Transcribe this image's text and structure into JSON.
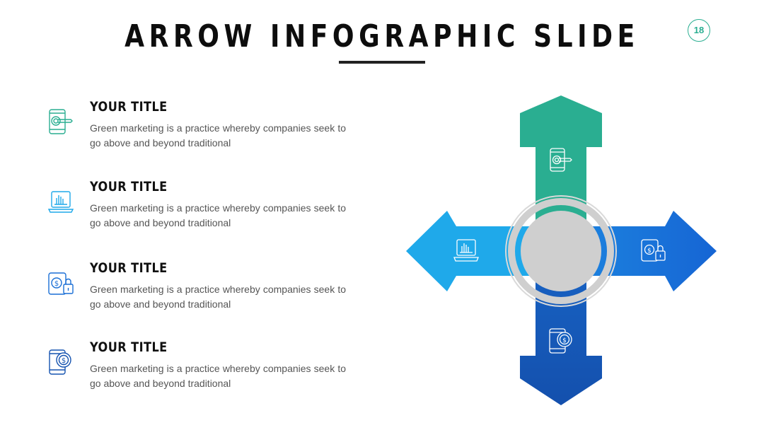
{
  "page": {
    "title": "ARROW INFOGRAPHIC SLIDE",
    "number": "18"
  },
  "items": [
    {
      "title": "YOUR TITLE",
      "text": "Green marketing is a practice whereby companies seek to go above and beyond traditional",
      "icon": "phone-key-icon"
    },
    {
      "title": "YOUR TITLE",
      "text": "Green marketing is a practice whereby companies seek to go above and beyond traditional",
      "icon": "laptop-chart-icon"
    },
    {
      "title": "YOUR TITLE",
      "text": "Green marketing is a practice whereby companies seek to go above and beyond traditional",
      "icon": "tablet-lock-icon"
    },
    {
      "title": "YOUR TITLE",
      "text": "Green marketing is a practice whereby companies seek to go above and beyond traditional",
      "icon": "phone-dollar-icon"
    }
  ],
  "colors": {
    "teal": "#2aae91",
    "light_blue": "#1fa9ea",
    "blue": "#1a6fd6",
    "dark_blue": "#1553b0",
    "center_gray": "#cfcfcf",
    "icon_stroke": "#2aae91"
  }
}
